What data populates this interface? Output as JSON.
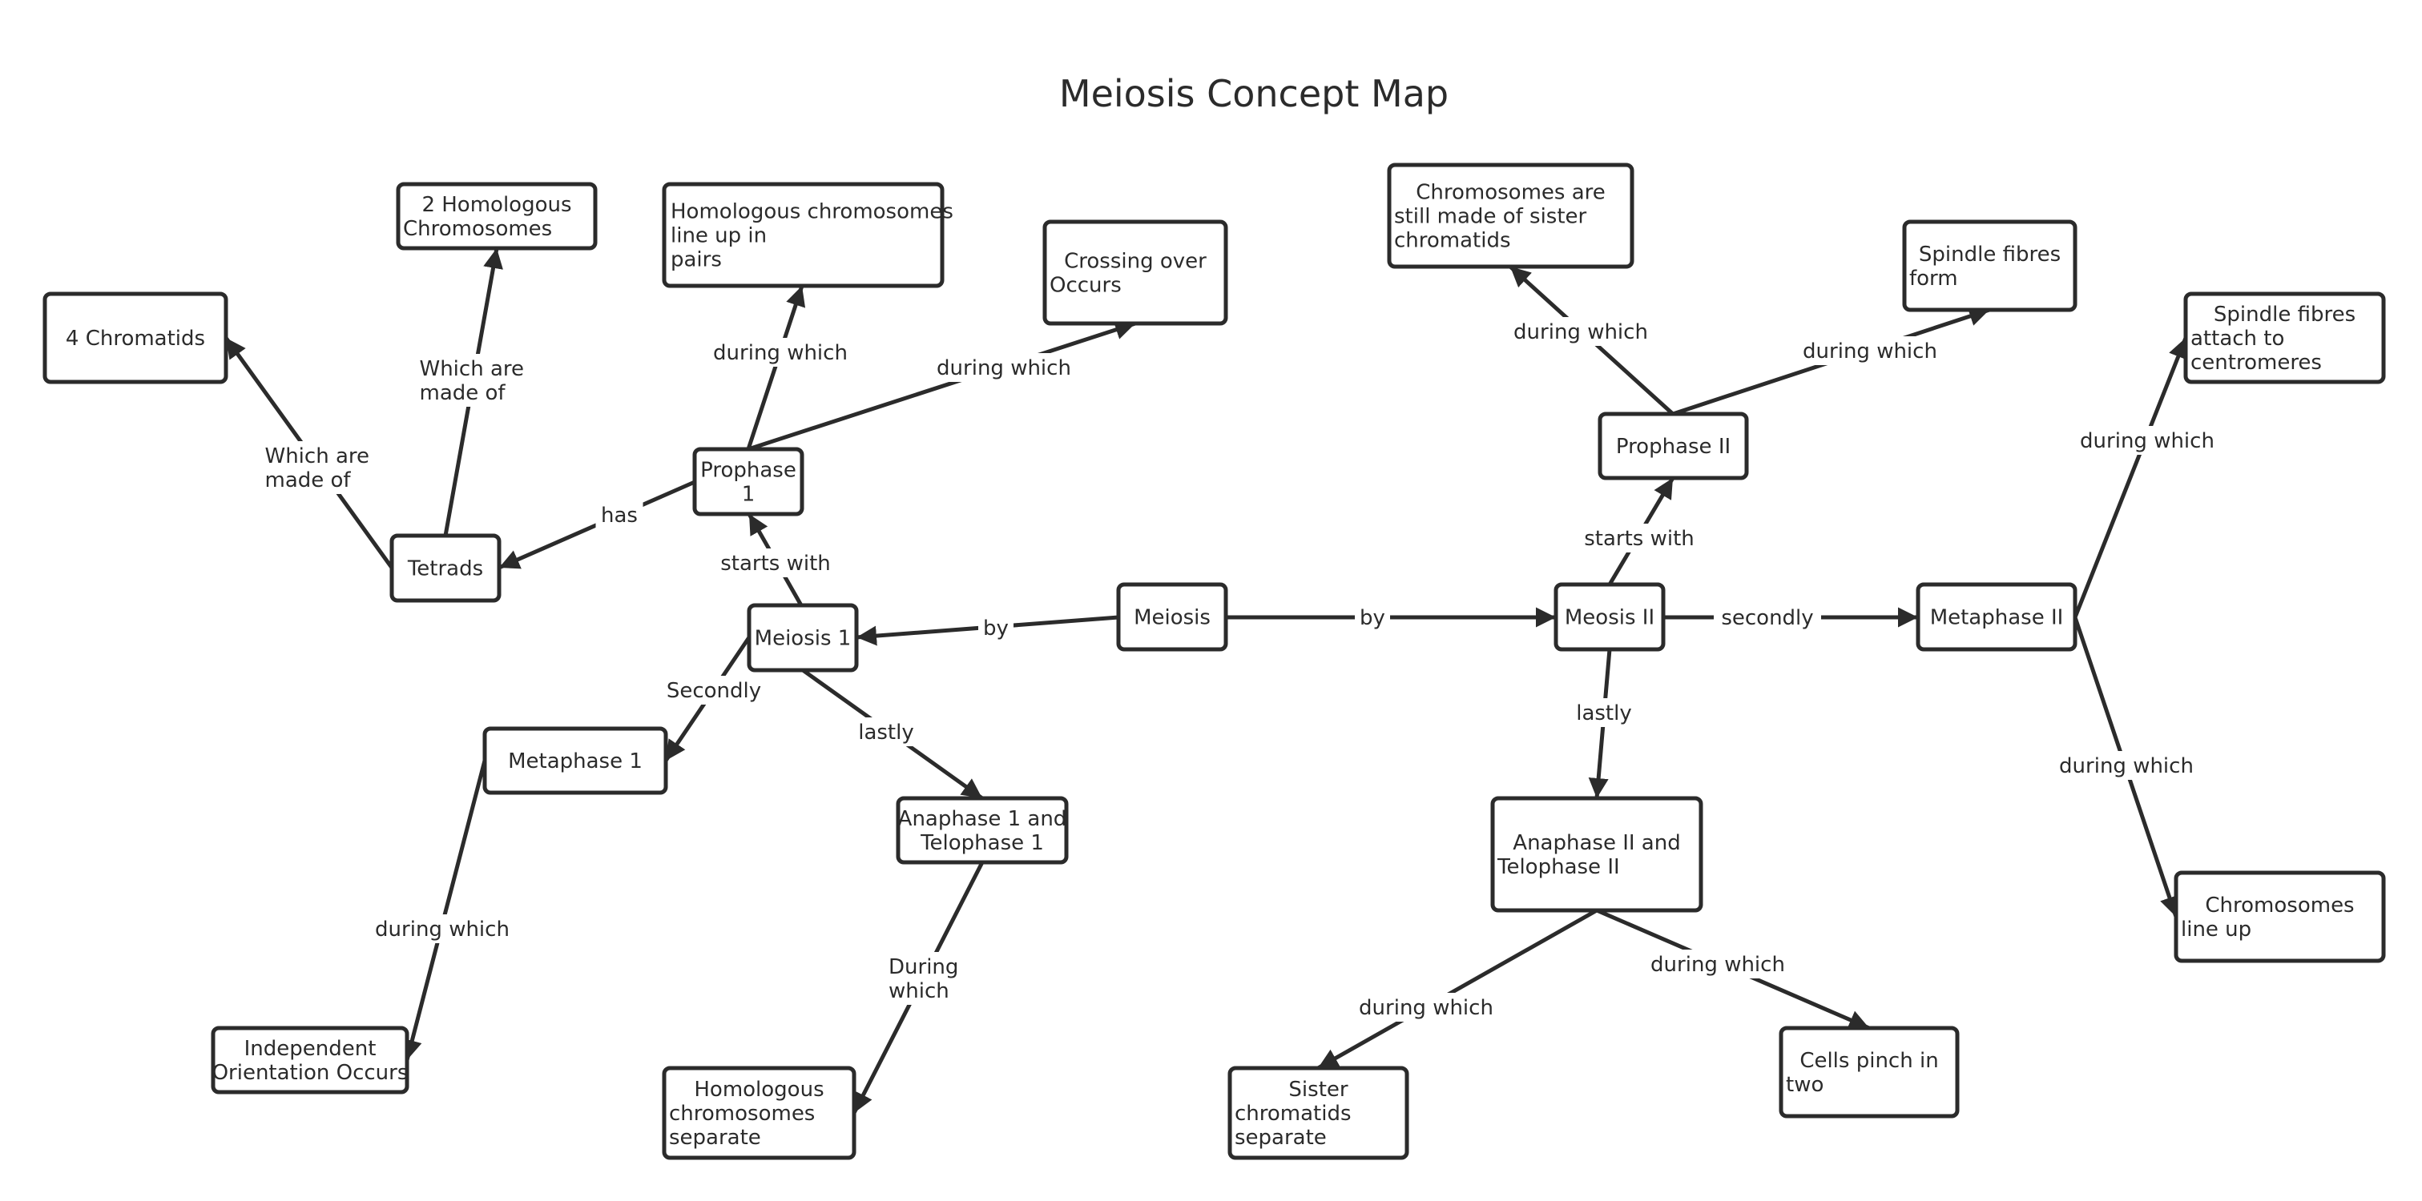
{
  "title": "Meiosis Concept Map",
  "colors": {
    "stroke": "#2b2b2b",
    "background": "#ffffff"
  },
  "nodes": [
    {
      "id": "meiosis",
      "lines": [
        "Meiosis"
      ]
    },
    {
      "id": "meiosis1",
      "lines": [
        "Meiosis 1"
      ]
    },
    {
      "id": "meosis2",
      "lines": [
        "Meosis II"
      ]
    },
    {
      "id": "prophase1",
      "lines": [
        "Prophase",
        "1"
      ]
    },
    {
      "id": "tetrads",
      "lines": [
        "Tetrads"
      ]
    },
    {
      "id": "chromatids4",
      "lines": [
        "4 Chromatids"
      ]
    },
    {
      "id": "homologous2",
      "lines": [
        "2 Homologous",
        "Chromosomes"
      ]
    },
    {
      "id": "homlineup",
      "lines": [
        "Homologous chromosomes",
        "line up in",
        "pairs"
      ]
    },
    {
      "id": "crossing",
      "lines": [
        "Crossing over",
        "Occurs"
      ]
    },
    {
      "id": "metaphase1",
      "lines": [
        "Metaphase 1"
      ]
    },
    {
      "id": "independent",
      "lines": [
        "Independent",
        "Orientation Occurs"
      ]
    },
    {
      "id": "anaphase1",
      "lines": [
        "Anaphase 1 and",
        "Telophase 1"
      ]
    },
    {
      "id": "homsep",
      "lines": [
        "Homologous",
        "chromosomes",
        "separate"
      ]
    },
    {
      "id": "prophase2",
      "lines": [
        "Prophase II"
      ]
    },
    {
      "id": "chromstill",
      "lines": [
        "Chromosomes are",
        "still made of sister",
        "chromatids"
      ]
    },
    {
      "id": "spindleform",
      "lines": [
        "Spindle fibres",
        "form"
      ]
    },
    {
      "id": "metaphase2",
      "lines": [
        "Metaphase II"
      ]
    },
    {
      "id": "spindleattach",
      "lines": [
        "Spindle fibres",
        "attach to",
        "centromeres"
      ]
    },
    {
      "id": "chromlineup",
      "lines": [
        "Chromosomes",
        "line up"
      ]
    },
    {
      "id": "anaphase2",
      "lines": [
        "Anaphase II and",
        "Telophase II"
      ]
    },
    {
      "id": "sister",
      "lines": [
        "Sister",
        "chromatids",
        "separate"
      ]
    },
    {
      "id": "cellspinch",
      "lines": [
        "Cells pinch in",
        "two"
      ]
    }
  ],
  "edges": [
    {
      "from": "meiosis",
      "to": "meiosis1",
      "label": [
        "by"
      ]
    },
    {
      "from": "meiosis",
      "to": "meosis2",
      "label": [
        "by"
      ]
    },
    {
      "from": "meiosis1",
      "to": "prophase1",
      "label": [
        "starts with"
      ]
    },
    {
      "from": "prophase1",
      "to": "tetrads",
      "label": [
        "has"
      ]
    },
    {
      "from": "tetrads",
      "to": "chromatids4",
      "label": [
        "Which are",
        "made of"
      ]
    },
    {
      "from": "tetrads",
      "to": "homologous2",
      "label": [
        "Which are",
        "made of"
      ]
    },
    {
      "from": "prophase1",
      "to": "homlineup",
      "label": [
        "during which"
      ]
    },
    {
      "from": "prophase1",
      "to": "crossing",
      "label": [
        "during which"
      ]
    },
    {
      "from": "meiosis1",
      "to": "metaphase1",
      "label": [
        "Secondly"
      ]
    },
    {
      "from": "metaphase1",
      "to": "independent",
      "label": [
        "during which"
      ]
    },
    {
      "from": "meiosis1",
      "to": "anaphase1",
      "label": [
        "lastly"
      ]
    },
    {
      "from": "anaphase1",
      "to": "homsep",
      "label": [
        "During",
        "which"
      ]
    },
    {
      "from": "meosis2",
      "to": "prophase2",
      "label": [
        "starts with"
      ]
    },
    {
      "from": "prophase2",
      "to": "chromstill",
      "label": [
        "during which"
      ]
    },
    {
      "from": "prophase2",
      "to": "spindleform",
      "label": [
        "during which"
      ]
    },
    {
      "from": "meosis2",
      "to": "metaphase2",
      "label": [
        "secondly"
      ]
    },
    {
      "from": "metaphase2",
      "to": "spindleattach",
      "label": [
        "during which"
      ]
    },
    {
      "from": "metaphase2",
      "to": "chromlineup",
      "label": [
        "during which"
      ]
    },
    {
      "from": "meosis2",
      "to": "anaphase2",
      "label": [
        "lastly"
      ]
    },
    {
      "from": "anaphase2",
      "to": "sister",
      "label": [
        "during which"
      ]
    },
    {
      "from": "anaphase2",
      "to": "cellspinch",
      "label": [
        "during which"
      ]
    }
  ]
}
